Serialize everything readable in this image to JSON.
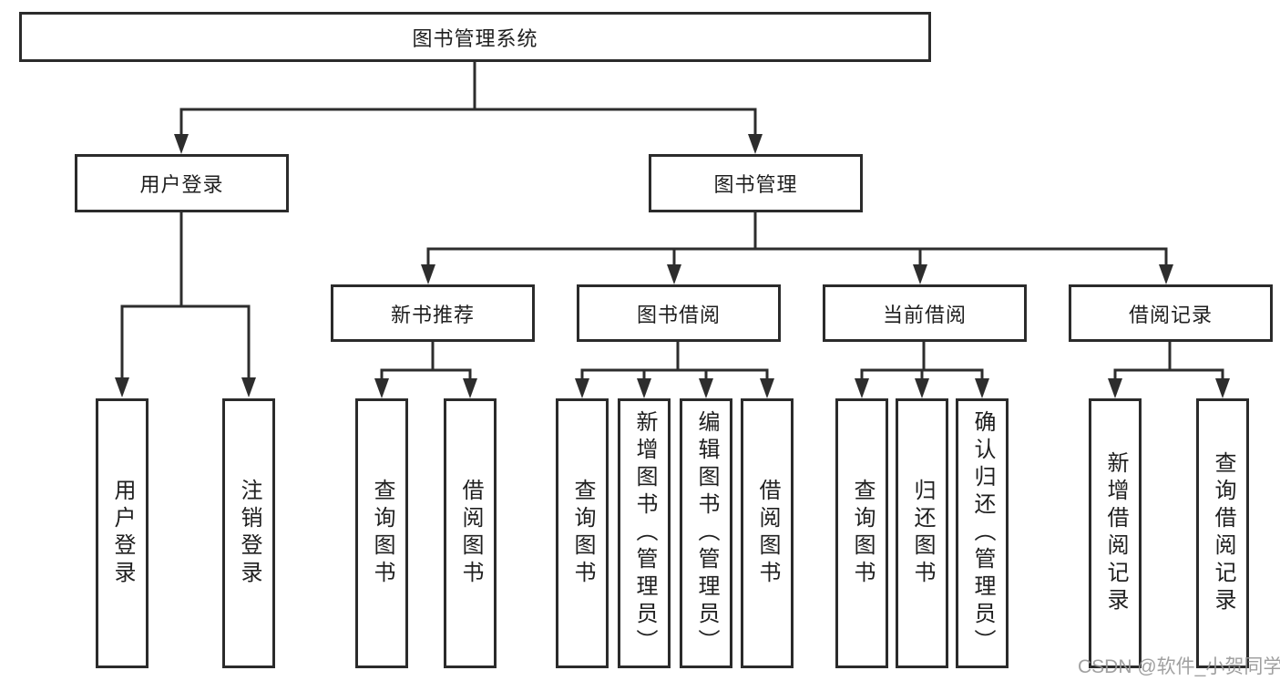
{
  "diagram": {
    "title": "图书管理系统",
    "watermark": "CSDN @软件_小贺同学",
    "colors": {
      "line": "#2d2d2d",
      "box_border": "#2b2b2b",
      "text": "#1f1f1f",
      "watermark": "#969696",
      "background": "#ffffff"
    },
    "level1": {
      "label": "图书管理系统"
    },
    "level2": [
      {
        "label": "用户登录",
        "parent": "图书管理系统"
      },
      {
        "label": "图书管理",
        "parent": "图书管理系统"
      }
    ],
    "level3": [
      {
        "label": "新书推荐",
        "parent": "图书管理"
      },
      {
        "label": "图书借阅",
        "parent": "图书管理"
      },
      {
        "label": "当前借阅",
        "parent": "图书管理"
      },
      {
        "label": "借阅记录",
        "parent": "图书管理"
      }
    ],
    "level4": [
      {
        "label": "用户登录",
        "parent": "用户登录"
      },
      {
        "label": "注销登录",
        "parent": "用户登录"
      },
      {
        "label": "查询图书",
        "parent": "新书推荐"
      },
      {
        "label": "借阅图书",
        "parent": "新书推荐"
      },
      {
        "label": "查询图书",
        "parent": "图书借阅"
      },
      {
        "label": "新增图书（管理员）",
        "parent": "图书借阅"
      },
      {
        "label": "编辑图书（管理员）",
        "parent": "图书借阅"
      },
      {
        "label": "借阅图书",
        "parent": "图书借阅"
      },
      {
        "label": "查询图书",
        "parent": "当前借阅"
      },
      {
        "label": "归还图书",
        "parent": "当前借阅"
      },
      {
        "label": "确认归还（管理员）",
        "parent": "当前借阅"
      },
      {
        "label": "新增借阅记录",
        "parent": "借阅记录"
      },
      {
        "label": "查询借阅记录",
        "parent": "借阅记录"
      }
    ]
  }
}
